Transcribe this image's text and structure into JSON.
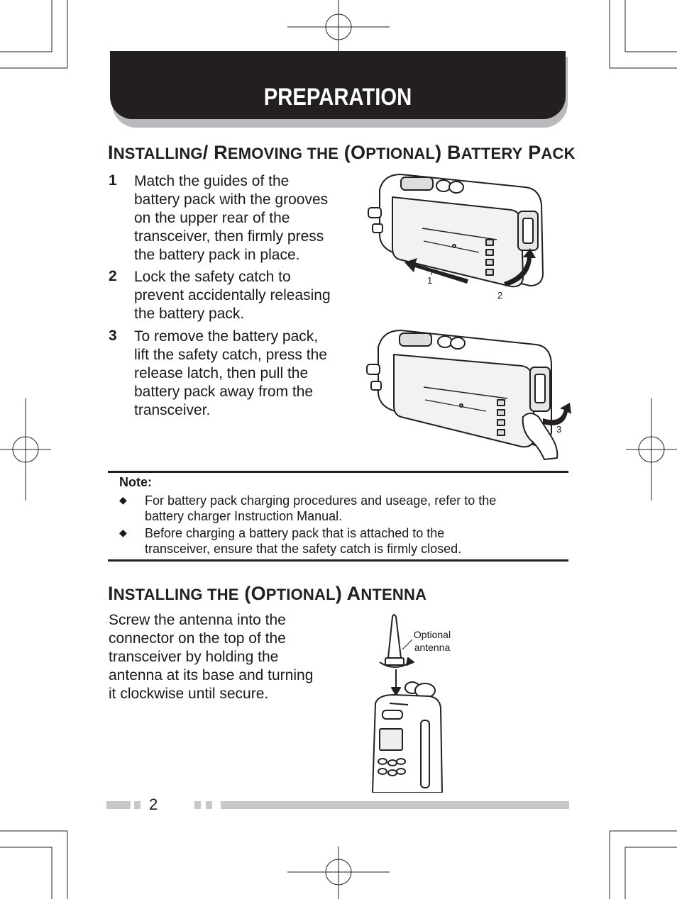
{
  "header": {
    "title": "PREPARATION"
  },
  "section1": {
    "heading_parts": [
      "I",
      "NSTALLING",
      "/ R",
      "EMOVING THE",
      " (O",
      "PTIONAL",
      ") B",
      "ATTERY",
      " P",
      "ACK"
    ],
    "steps": [
      {
        "num": "1",
        "lines": [
          "Match the guides of the",
          "battery pack with the grooves",
          "on the upper rear of the",
          "transceiver, then firmly press",
          "the battery pack in place."
        ]
      },
      {
        "num": "2",
        "lines": [
          "Lock the safety catch to",
          "prevent accidentally releasing",
          "the battery pack."
        ]
      },
      {
        "num": "3",
        "lines": [
          "To remove the battery pack,",
          "lift the safety catch, press the",
          "release latch, then pull the",
          "battery pack away from the",
          "transceiver."
        ]
      }
    ],
    "callouts": {
      "one": "1",
      "two": "2",
      "three": "3"
    }
  },
  "note": {
    "label": "Note:",
    "bullet_symbol": "◆",
    "items": [
      {
        "lines": [
          "For battery pack charging procedures and useage, refer to the",
          "battery charger Instruction Manual."
        ]
      },
      {
        "lines": [
          "Before charging a battery pack that is attached to the",
          "transceiver, ensure that the safety catch is firmly closed."
        ]
      }
    ]
  },
  "section2": {
    "heading_parts": [
      "I",
      "NSTALLING THE",
      " (O",
      "PTIONAL",
      ") A",
      "NTENNA"
    ],
    "paragraph_lines": [
      "Screw the antenna into the",
      "connector on the top of the",
      "transceiver by holding the",
      "antenna at its base and turning",
      "it clockwise until secure."
    ],
    "figure_label_lines": [
      "Optional",
      "antenna"
    ]
  },
  "footer": {
    "page_number": "2"
  }
}
